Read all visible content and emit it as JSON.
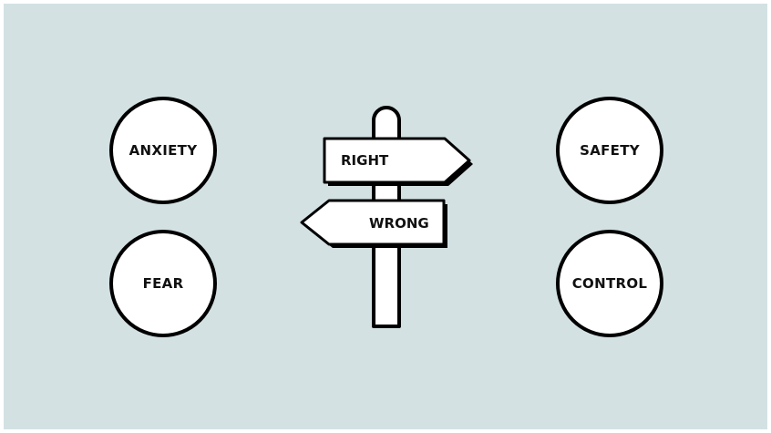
{
  "bubbles": {
    "left_top": "ANXIETY",
    "left_bottom": "FEAR",
    "right_top": "SAFETY",
    "right_bottom": "CONTROL"
  },
  "signs": {
    "right": "RIGHT",
    "wrong": "WRONG"
  },
  "colors": {
    "background": "#d3e1e3",
    "shape_fill": "#ffffff",
    "stroke": "#000000"
  }
}
